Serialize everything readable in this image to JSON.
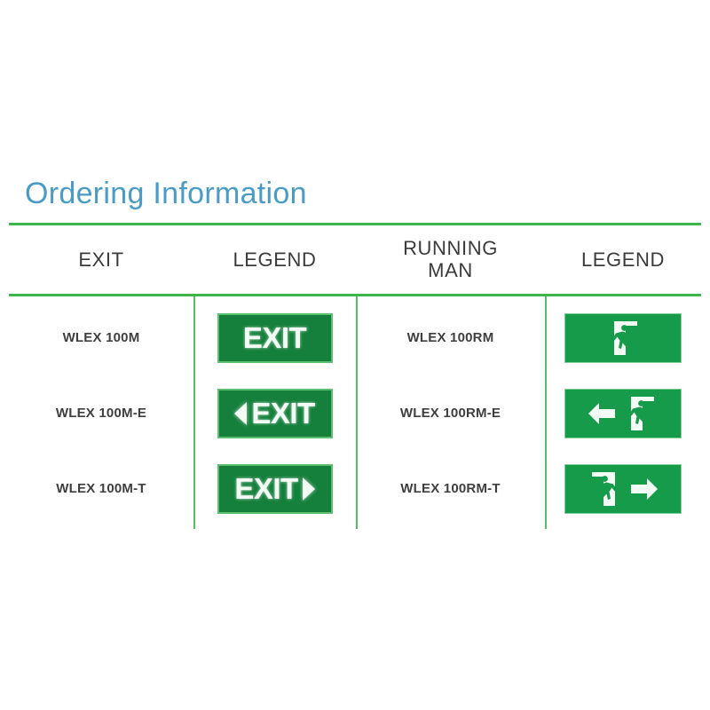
{
  "title": "Ordering Information",
  "colors": {
    "title_blue": "#4a9cc6",
    "rule_green": "#3cb54a",
    "divider_green": "#52c15e",
    "exit_sign_green": "#15803c",
    "exit_sign_border": "#5cbf70",
    "running_man_green": "#169b4a",
    "sign_white": "#f2fbf4",
    "text_gray": "#3b3b3b"
  },
  "table": {
    "headers": [
      {
        "label": "EXIT"
      },
      {
        "label": "LEGEND"
      },
      {
        "label_line1": "RUNNING",
        "label_line2": "MAN"
      },
      {
        "label": "LEGEND"
      }
    ],
    "rows": [
      {
        "exit_code": "WLEX 100M",
        "exit_legend": {
          "text": "EXIT",
          "arrow": "none"
        },
        "running_man_code": "WLEX 100RM",
        "running_man_legend": {
          "arrow": "none",
          "man_direction": "right"
        }
      },
      {
        "exit_code": "WLEX 100M-E",
        "exit_legend": {
          "text": "EXIT",
          "arrow": "left"
        },
        "running_man_code": "WLEX 100RM-E",
        "running_man_legend": {
          "arrow": "left",
          "man_direction": "right"
        }
      },
      {
        "exit_code": "WLEX 100M-T",
        "exit_legend": {
          "text": "EXIT",
          "arrow": "right"
        },
        "running_man_code": "WLEX 100RM-T",
        "running_man_legend": {
          "arrow": "right",
          "man_direction": "left"
        }
      }
    ]
  }
}
